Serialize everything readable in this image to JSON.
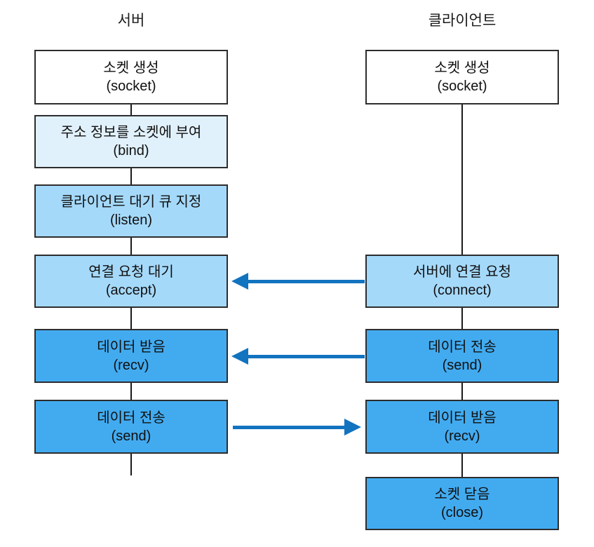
{
  "diagram": {
    "columns": [
      {
        "id": "server",
        "label": "서버",
        "boxes": [
          {
            "id": "socket",
            "label_ko": "소켓 생성",
            "label_en": "(socket)",
            "row": 0,
            "fill": "white"
          },
          {
            "id": "bind",
            "label_ko": "주소 정보를 소켓에 부여",
            "label_en": "(bind)",
            "row": 1,
            "fill": "pale_blue"
          },
          {
            "id": "listen",
            "label_ko": "클라이언트 대기 큐 지정",
            "label_en": "(listen)",
            "row": 2,
            "fill": "light_blue"
          },
          {
            "id": "accept",
            "label_ko": "연결 요청 대기",
            "label_en": "(accept)",
            "row": 3,
            "fill": "light_blue"
          },
          {
            "id": "recv",
            "label_ko": "데이터 받음",
            "label_en": "(recv)",
            "row": 4,
            "fill": "medium_blue"
          },
          {
            "id": "send",
            "label_ko": "데이터 전송",
            "label_en": "(send)",
            "row": 5,
            "fill": "medium_blue"
          }
        ],
        "has_tail_line": true
      },
      {
        "id": "client",
        "label": "클라이언트",
        "boxes": [
          {
            "id": "socket",
            "label_ko": "소켓 생성",
            "label_en": "(socket)",
            "row": 0,
            "fill": "white"
          },
          {
            "id": "connect",
            "label_ko": "서버에 연결 요청",
            "label_en": "(connect)",
            "row": 3,
            "fill": "light_blue"
          },
          {
            "id": "send",
            "label_ko": "데이터 전송",
            "label_en": "(send)",
            "row": 4,
            "fill": "medium_blue"
          },
          {
            "id": "recv",
            "label_ko": "데이터 받음",
            "label_en": "(recv)",
            "row": 5,
            "fill": "medium_blue"
          },
          {
            "id": "close",
            "label_ko": "소켓 닫음",
            "label_en": "(close)",
            "row": 6,
            "fill": "medium_blue"
          }
        ],
        "has_tail_line": false
      }
    ],
    "arrows": [
      {
        "id": "connect-to-accept",
        "from": "client.connect",
        "to": "server.accept",
        "direction": "left",
        "row": 3
      },
      {
        "id": "client-send-to-server-recv",
        "from": "client.send",
        "to": "server.recv",
        "direction": "left",
        "row": 4
      },
      {
        "id": "server-send-to-client-recv",
        "from": "server.send",
        "to": "client.recv",
        "direction": "right",
        "row": 5
      }
    ],
    "colors": {
      "white": "#ffffff",
      "pale_blue": "#e1f1fb",
      "light_blue": "#a5d9fa",
      "medium_blue": "#42abf0",
      "arrow_blue": "#1273bf",
      "box_border": "#2d2d2d",
      "connector": "#1a1a1a"
    }
  }
}
